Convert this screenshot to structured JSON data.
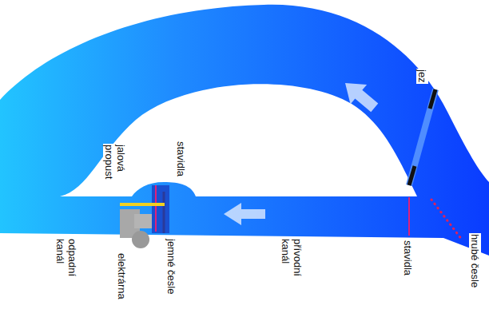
{
  "diagram": {
    "labels": [
      "jez",
      "hrubé česle",
      "stavidla",
      "přívodní kanál",
      "stavidla",
      "jalová propust",
      "jemné česle",
      "elektrárna",
      "odpadní kanál"
    ]
  }
}
